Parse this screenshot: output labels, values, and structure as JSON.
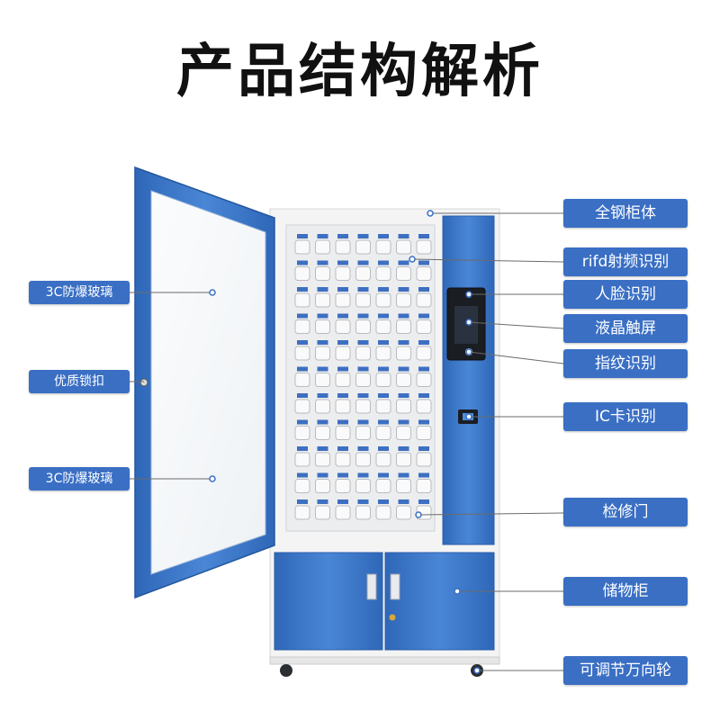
{
  "title": "产品结构解析",
  "labels_right": [
    "全钢柜体",
    "rifd射频识别",
    "人脸识别",
    "液晶触屏",
    "指纹识别",
    "IC卡识别",
    "检修门",
    "储物柜",
    "可调节万向轮"
  ],
  "labels_left": [
    "3C防爆玻璃",
    "优质锁扣",
    "3C防爆玻璃"
  ],
  "colors": {
    "cabinet_blue": "#3a74c6",
    "label_bg": "#3a6fc4",
    "cabinet_white": "#f3f3f3"
  }
}
